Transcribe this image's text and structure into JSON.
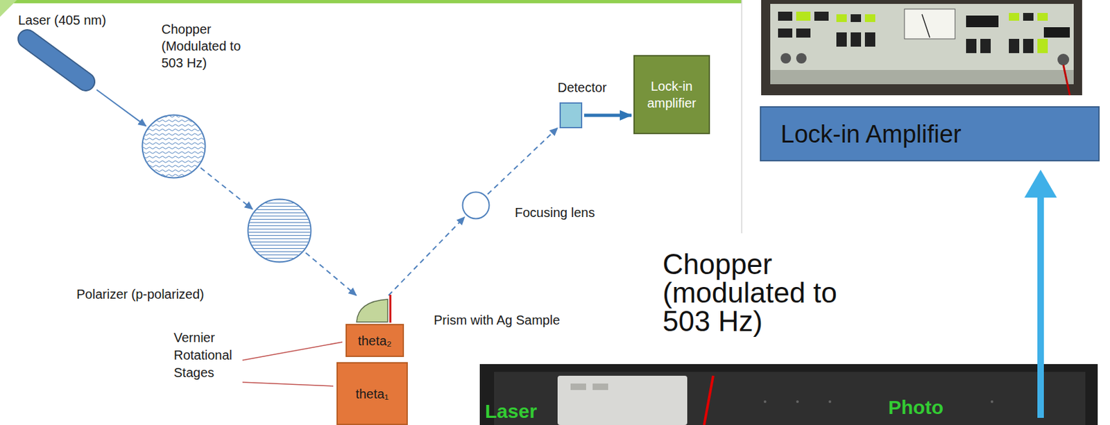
{
  "diagram": {
    "nodes": [
      {
        "text": [
          "Laser (405 nm)"
        ]
      },
      {
        "text": [
          "Chopper (Modulated to 503 Hz)"
        ]
      },
      {
        "text": [
          "Polarizer (p-polarized)"
        ]
      },
      {
        "text": [
          "Prism with Ag Sample"
        ]
      },
      {
        "text": [
          "theta₂"
        ]
      },
      {
        "text": [
          "theta₁"
        ]
      },
      {
        "text": [
          "Focusing lens"
        ]
      },
      {
        "text": [
          "Detector"
        ]
      },
      {
        "text": [
          "Lock-in amplifier"
        ]
      },
      {
        "text": [
          "Lock-in Amplifier"
        ]
      }
    ],
    "edges": [
      {
        "from": 0,
        "to": 1,
        "arrow": "to"
      },
      {
        "from": 1,
        "to": 2,
        "arrow": "to"
      },
      {
        "from": 2,
        "to": 3,
        "arrow": "to"
      },
      {
        "from": 3,
        "to": 6,
        "arrow": "to"
      },
      {
        "from": 6,
        "to": 7,
        "arrow": "to"
      },
      {
        "from": 7,
        "to": 8,
        "arrow": "to"
      }
    ],
    "labels": [
      "Vernier Rotational Stages",
      "Chopper (modulated to 503 Hz)",
      "Laser",
      "Photo"
    ]
  }
}
